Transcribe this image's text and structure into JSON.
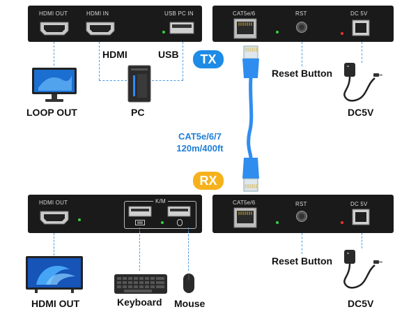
{
  "tx_box_left": {
    "hdmi_out": "HDMI OUT",
    "hdmi_in": "HDMI IN",
    "usb_pc_in": "USB PC IN"
  },
  "tx_box_right": {
    "cat": "CAT5e/6",
    "rst": "RST",
    "dc": "DC 5V"
  },
  "rx_box_left": {
    "hdmi_out": "HDMI OUT",
    "km": "K/M"
  },
  "rx_box_right": {
    "cat": "CAT5e/6",
    "rst": "RST",
    "dc": "DC 5V"
  },
  "labels": {
    "hdmi": "HDMI",
    "usb": "USB",
    "loop_out": "LOOP OUT",
    "pc": "PC",
    "reset_tx": "Reset Button",
    "dc_tx": "DC5V",
    "reset_rx": "Reset Button",
    "dc_rx": "DC5V",
    "hdmi_out_rx": "HDMI OUT",
    "keyboard": "Keyboard",
    "mouse": "Mouse"
  },
  "tx_pill": "TX",
  "rx_pill": "RX",
  "cable": {
    "line1": "CAT5e/6/7",
    "line2": "120m/400ft"
  },
  "colors": {
    "tx": "#1e8be6",
    "rx": "#f6b21c",
    "accent": "#1e7fd6"
  }
}
